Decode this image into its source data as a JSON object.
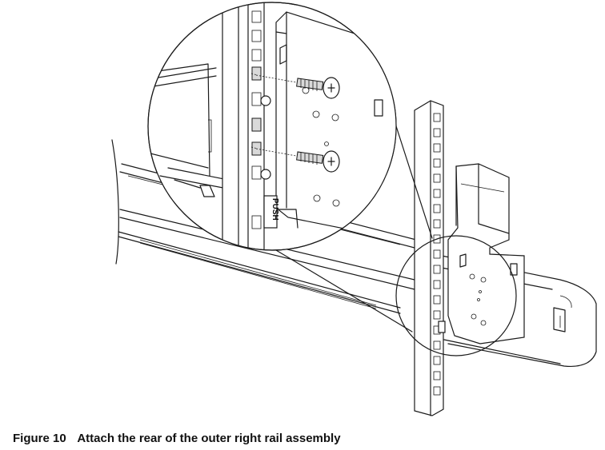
{
  "figure": {
    "caption_number": "Figure 10",
    "caption_text": "Attach the rear of the outer right rail assembly",
    "push_label": "PUSH"
  }
}
